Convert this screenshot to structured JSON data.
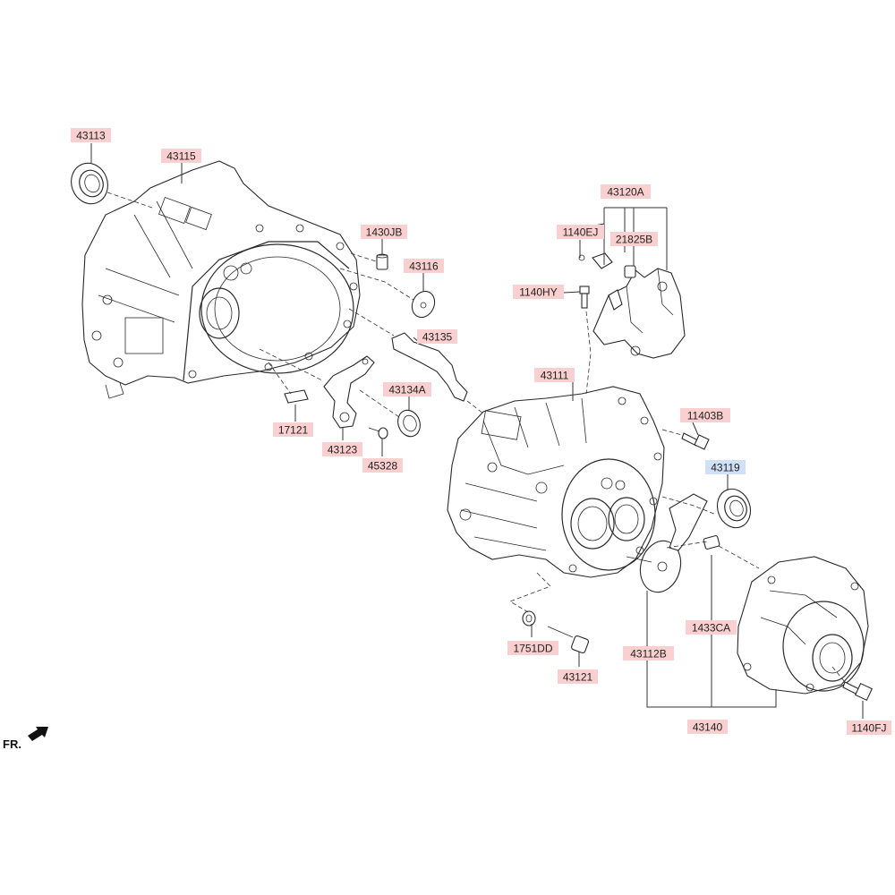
{
  "labels": [
    {
      "id": "43113",
      "text": "43113",
      "highlight": "red"
    },
    {
      "id": "43115",
      "text": "43115",
      "highlight": "red"
    },
    {
      "id": "1430JB",
      "text": "1430JB",
      "highlight": "red"
    },
    {
      "id": "43116",
      "text": "43116",
      "highlight": "red"
    },
    {
      "id": "43135",
      "text": "43135",
      "highlight": "red"
    },
    {
      "id": "43134A",
      "text": "43134A",
      "highlight": "red"
    },
    {
      "id": "17121",
      "text": "17121",
      "highlight": "red"
    },
    {
      "id": "43123",
      "text": "43123",
      "highlight": "red"
    },
    {
      "id": "45328",
      "text": "45328",
      "highlight": "red"
    },
    {
      "id": "43120A",
      "text": "43120A",
      "highlight": "red"
    },
    {
      "id": "1140EJ",
      "text": "1140EJ",
      "highlight": "red"
    },
    {
      "id": "21825B",
      "text": "21825B",
      "highlight": "red"
    },
    {
      "id": "1140HY",
      "text": "1140HY",
      "highlight": "red"
    },
    {
      "id": "43111",
      "text": "43111",
      "highlight": "red"
    },
    {
      "id": "11403B",
      "text": "11403B",
      "highlight": "red"
    },
    {
      "id": "43119",
      "text": "43119",
      "highlight": "blue"
    },
    {
      "id": "1751DD",
      "text": "1751DD",
      "highlight": "red"
    },
    {
      "id": "43121",
      "text": "43121",
      "highlight": "red"
    },
    {
      "id": "43112B",
      "text": "43112B",
      "highlight": "red"
    },
    {
      "id": "1433CA",
      "text": "1433CA",
      "highlight": "red"
    },
    {
      "id": "43140",
      "text": "43140",
      "highlight": "red"
    },
    {
      "id": "1140FJ",
      "text": "1140FJ",
      "highlight": "red"
    }
  ],
  "direction_marker": {
    "text": "FR.",
    "icon": "front-arrow-icon"
  },
  "colors": {
    "red_highlight": "#f9d0cf",
    "blue_highlight": "#cfe0f7",
    "line": "#2a2a2a",
    "label_text": "#222222"
  }
}
